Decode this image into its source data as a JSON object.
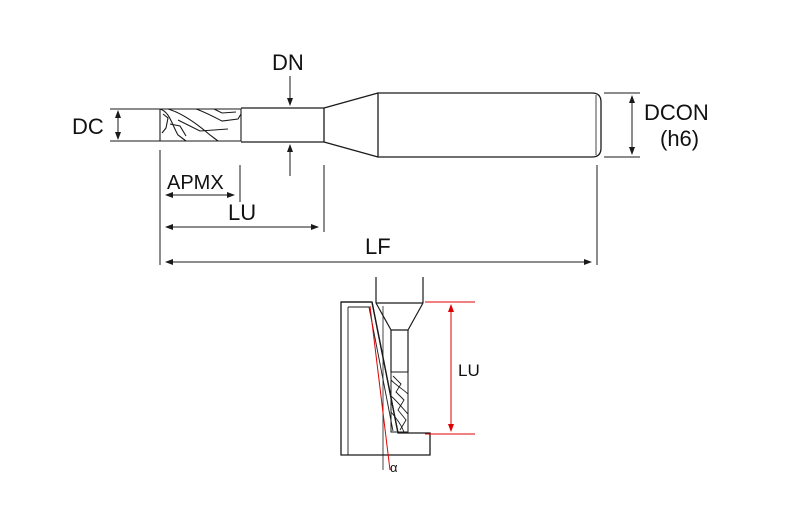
{
  "labels": {
    "dn": "DN",
    "dc": "DC",
    "dcon": "DCON",
    "dcon_tol": "(h6)",
    "apmx": "APMX",
    "lu": "LU",
    "lf": "LF",
    "lu_side": "LU",
    "alpha": "α"
  },
  "colors": {
    "line": "#1a1a1a",
    "dimension_red": "#e00000"
  }
}
